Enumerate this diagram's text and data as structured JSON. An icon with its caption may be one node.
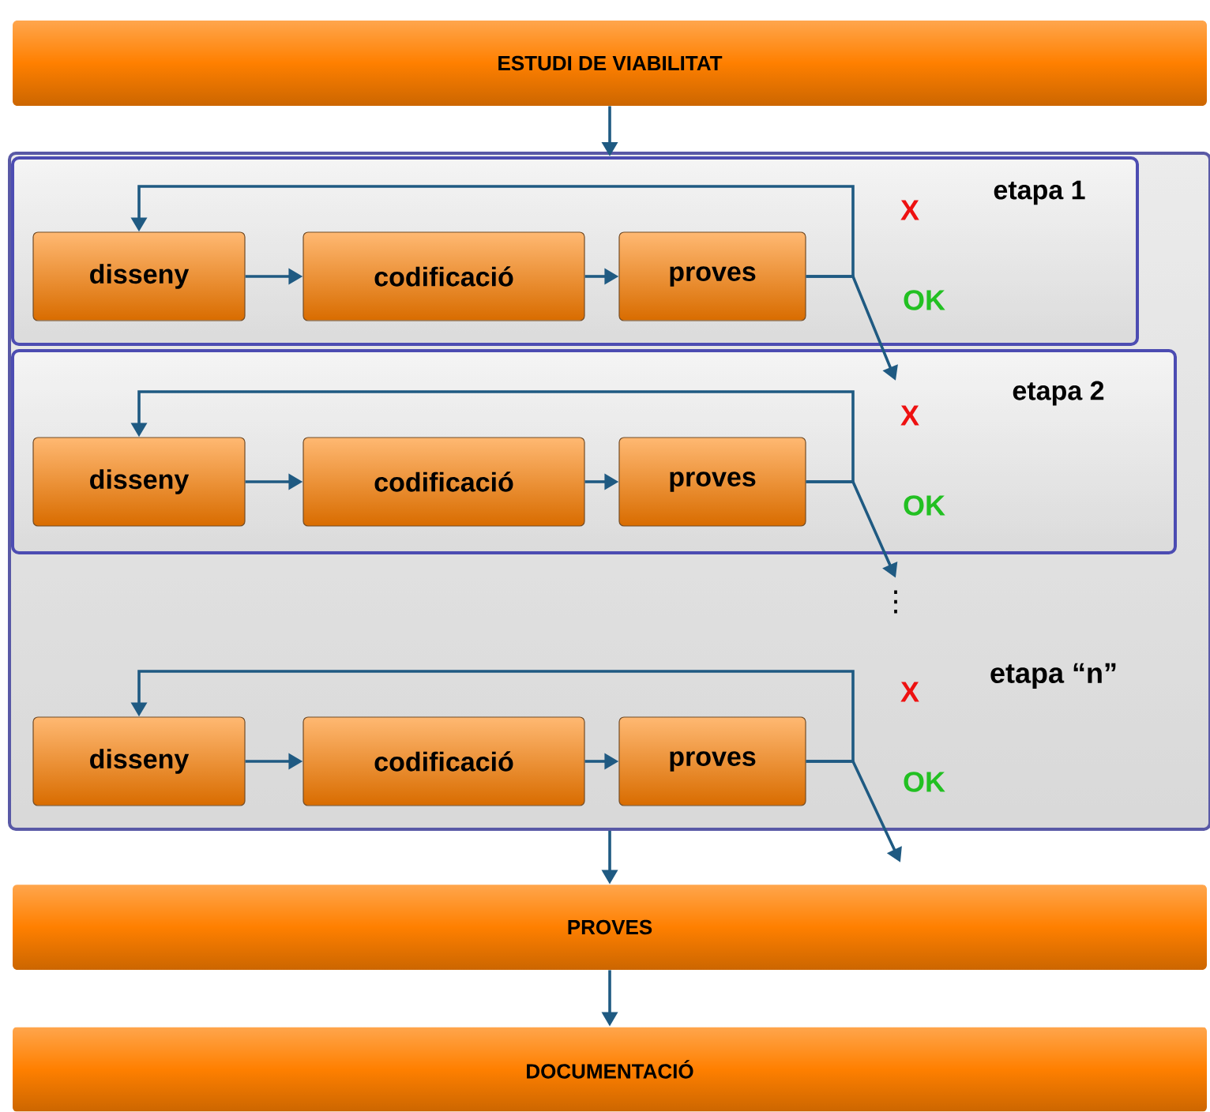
{
  "diagram": {
    "nodes": [
      {
        "text": [
          "ESTUDI DE VIABILITAT"
        ]
      },
      {
        "text": [],
        "shape": "box"
      },
      {
        "text": [
          "etapa 1"
        ],
        "in": 1
      },
      {
        "text": [
          "disseny"
        ],
        "in": 2
      },
      {
        "text": [
          "codificació"
        ],
        "in": 2
      },
      {
        "text": [
          "proves"
        ],
        "in": 2
      },
      {
        "text": [
          "etapa 2"
        ],
        "in": 1
      },
      {
        "text": [
          "disseny"
        ],
        "in": 6
      },
      {
        "text": [
          "codificació"
        ],
        "in": 6
      },
      {
        "text": [
          "proves"
        ],
        "in": 6
      },
      {
        "text": [
          "disseny"
        ],
        "in": 1
      },
      {
        "text": [
          "codificació"
        ],
        "in": 1
      },
      {
        "text": [
          "proves"
        ],
        "in": 1
      },
      {
        "text": [
          "PROVES"
        ]
      },
      {
        "text": [
          "DOCUMENTACIÓ"
        ]
      },
      {
        "text": [
          "⋮"
        ],
        "in": 1
      }
    ],
    "edges": [
      {
        "from": 0,
        "to": 2,
        "arrow": "to"
      },
      {
        "from": 3,
        "to": 4,
        "arrow": "to"
      },
      {
        "from": 4,
        "to": 5,
        "arrow": "to"
      },
      {
        "from": 5,
        "to": 3,
        "arrow": "to"
      },
      {
        "from": 5,
        "to": 6,
        "arrow": "to"
      },
      {
        "from": 7,
        "to": 8,
        "arrow": "to"
      },
      {
        "from": 8,
        "to": 9,
        "arrow": "to"
      },
      {
        "from": 9,
        "to": 7,
        "arrow": "to"
      },
      {
        "from": 9,
        "to": 15,
        "arrow": "to"
      },
      {
        "from": 10,
        "to": 11,
        "arrow": "to"
      },
      {
        "from": 11,
        "to": 12,
        "arrow": "to"
      },
      {
        "from": 12,
        "to": 10,
        "arrow": "to"
      },
      {
        "from": 12,
        "to": null,
        "arrow": "to"
      },
      {
        "from": 1,
        "to": 13,
        "arrow": "to"
      },
      {
        "from": 13,
        "to": 14,
        "arrow": "to"
      }
    ],
    "labels": [
      "X",
      "OK",
      "X",
      "OK",
      "X",
      "etapa “n”",
      "OK"
    ]
  }
}
